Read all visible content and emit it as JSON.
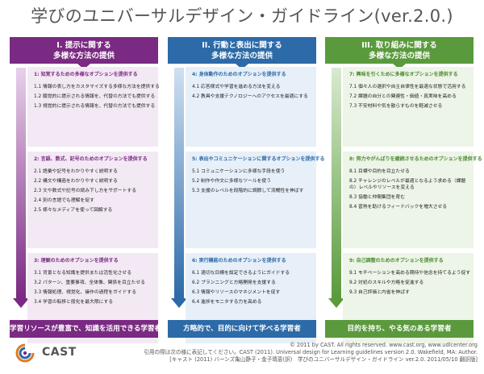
{
  "title": "学びのユニバーサルデザイン・ガイドライン(ver.2.0.)",
  "colors": {
    "purple": "#7a2a82",
    "blue": "#2c6aa8",
    "green": "#5a9a3c"
  },
  "columns": [
    {
      "heading_line1": "I. 提示に関する",
      "heading_line2": "多様な方法の提供",
      "boxes": [
        {
          "title": "1: 知覚するための多様なオプションを提供する",
          "items": [
            "1.1 情報の表し方をカスタマイズする多様な方法を提供する",
            "1.2 聴覚的に提示される情報を、代替の方法でも提供する",
            "1.3 視覚的に提示される情報を、代替の方法でも提供する"
          ]
        },
        {
          "title": "2: 言語、数式、記号のためのオプションを提供する",
          "items": [
            "2.1 語彙や記号をわかりやすく説明する",
            "2.2 構文や構造をわかりやすく説明する",
            "2.3 文や数式や記号の読み下し方をサポートする",
            "2.4 別の言語でも理解を促す",
            "2.5 様々なメディアを使って図解する"
          ]
        },
        {
          "title": "3: 理解のためのオプションを提供する",
          "items": [
            "3.1 背景となる知識を提供または活性化させる",
            "3.2 パターン、重要事項、全体像、関係を目立たせる",
            "3.3 情報処理、視覚化、操作の過程をガイドする",
            "3.4 学習の転移と般化を最大限にする"
          ]
        }
      ],
      "footer": "学習リソースが豊富で、知識を活用できる学習者"
    },
    {
      "heading_line1": "II. 行動と表出に関する",
      "heading_line2": "多様な方法の提供",
      "boxes": [
        {
          "title": "4: 身体動作のためのオプションを提供する",
          "items": [
            "4.1 応答様式や学習を進める方法を変える",
            "4.2 教具や支援テクノロジーへのアクセスを最適にする"
          ]
        },
        {
          "title": "5: 表出やコミュニケーションに関するオプションを提供する",
          "items": [
            "5.1 コミュニケーションに多様な手段を使う",
            "5.2 制作や作文に多様なツールを使う",
            "5.3 支援のレベルを段階的に調節して流暢性を伸ばす"
          ]
        },
        {
          "title": "6: 実行機能のためのオプションを提供する",
          "items": [
            "6.1 適切な目標を設定できるようにガイドする",
            "6.2 プランニングと方略開発を支援する",
            "6.3 情報やリソースのマネジメントを促す",
            "6.4 進捗をモニタする力を高める"
          ]
        }
      ],
      "footer": "方略的で、目的に向けて学べる学習者"
    },
    {
      "heading_line1": "III. 取り組みに関する",
      "heading_line2": "多様な方法の提供",
      "boxes": [
        {
          "title": "7: 興味を引くために多様なオプションを提供する",
          "items": [
            "7.1 個々人の選択や自主自律性を最適な状態で活用する",
            "7.2 課題の自分との関連性・価値・真実味を高める",
            "7.3 不安材料や気を散らすものを軽減させる"
          ]
        },
        {
          "title": "8: 努力やがんばりを継続させるためのオプションを提供する",
          "items": [
            "8.1 目標や目的を目立たせる",
            "8.2 チャレンジのレベルが最適となるよう求める（課題の）レベルやリソースを変える",
            "8.3 協働と仲間集団を育む",
            "8.4 習熟を助けるフィードバックを増大させる"
          ]
        },
        {
          "title": "9: 自己調整のためのオプションを提供する",
          "items": [
            "9.1 モチベーションを高める期待や信念を持てるよう促す",
            "9.2 対処のスキルや方略を促進する",
            "9.3 自己評価と内省を伸ばす"
          ]
        }
      ],
      "footer": "目的を持ち、やる気のある学習者"
    }
  ],
  "logo_text": "CAST",
  "copyright": "© 2011 by CAST. All rights reserved.  www.cast.org, www.udlcenter.org",
  "citation": "引用の際は次の様に表記してください。CAST (2011). Universal design for Learning guidelines version 2.0. Wakefield, MA: Author.",
  "translation": "[キャスト (2011) バーンズ亀山静子・金子晴恵(訳)　学びのユニバーサルデザイン・ガイドライン ver.2.0. 2011/05/10 翻訳版]"
}
